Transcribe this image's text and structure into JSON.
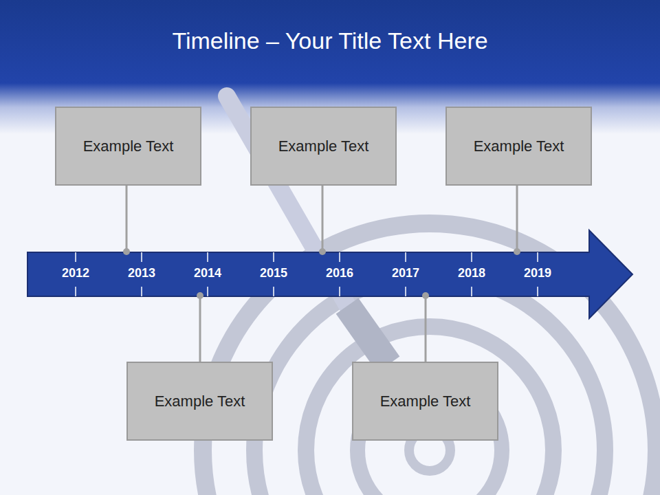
{
  "diagram": {
    "title": "Timeline – Your Title Text Here",
    "nodes": [
      {
        "text": [
          "Example Text"
        ]
      },
      {
        "text": [
          "Example Text"
        ]
      },
      {
        "text": [
          "Example Text"
        ]
      },
      {
        "text": [
          "Example Text"
        ]
      },
      {
        "text": [
          "Example Text"
        ]
      }
    ],
    "labels": [
      "2012",
      "2013",
      "2014",
      "2015",
      "2016",
      "2017",
      "2018",
      "2019"
    ]
  }
}
